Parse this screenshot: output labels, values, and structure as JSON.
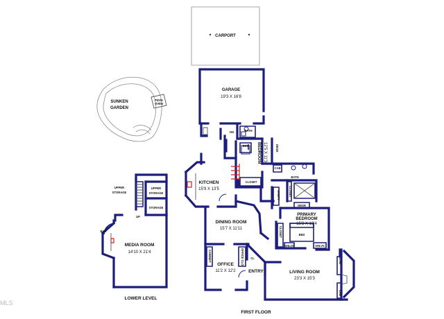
{
  "labels": {
    "carport": "CARPORT",
    "garage": "GARAGE",
    "garage_dim": "19'3 X 16'8",
    "sunken_garden_1": "SUNKEN",
    "sunken_garden_2": "GARDEN",
    "pizza_oven_1": "PIZZA",
    "pizza_oven_2": "OVEN",
    "dn": "DN",
    "bath_upper": "BATH",
    "bed_upper": "BED",
    "bedroom_vertical": "BEDROOM",
    "bedroom_vertical_dim": "12'5 X 11'3",
    "desk": "DESK",
    "closet_upper": "CLOSET",
    "kitchen": "KITCHEN",
    "kitchen_dim": "15'9 X 13'5",
    "cab": "CAB",
    "bath_primary": "BATH",
    "closet_vertical": "CLOSET",
    "vanity": "VANITY",
    "dsr": "DRSR",
    "primary_bedroom_1": "PRIMARY",
    "primary_bedroom_2": "BEDROOM",
    "primary_bedroom_dim": "15'2 X 13'4",
    "bed_primary": "BED",
    "closet_primary": "CLOSET",
    "shlvs_1": "SHLVS",
    "shlvs_2": "SHLVS",
    "dining_room": "DINING ROOM",
    "dining_room_dim": "15'7 X 11'11",
    "cabinet": "CABINET",
    "office_closet": "OFFICE CLO",
    "cl": "CL",
    "office": "OFFICE",
    "office_dim": "11'2 X 12'2",
    "entry": "ENTRY",
    "living_room": "LIVING ROOM",
    "living_room_dim": "23'3 X 15'3",
    "cab_1": "CAB",
    "cab_2": "CAB",
    "first_floor": "FIRST FLOOR",
    "upper_storage_left_1": "UPPER",
    "upper_storage_left_2": "STORAGE",
    "upper_storage_right_1": "UPPER",
    "upper_storage_right_2": "STORAGE",
    "storage": "STORAGE",
    "up": "UP",
    "bar": "BAR",
    "media_room": "MEDIA ROOM",
    "media_room_dim": "14'10 X 21'4",
    "lower_level": "LOWER LEVEL",
    "watermark": "MLS"
  },
  "colors": {
    "wall": "#1c1e7a",
    "accent_red": "#d31d1d"
  }
}
